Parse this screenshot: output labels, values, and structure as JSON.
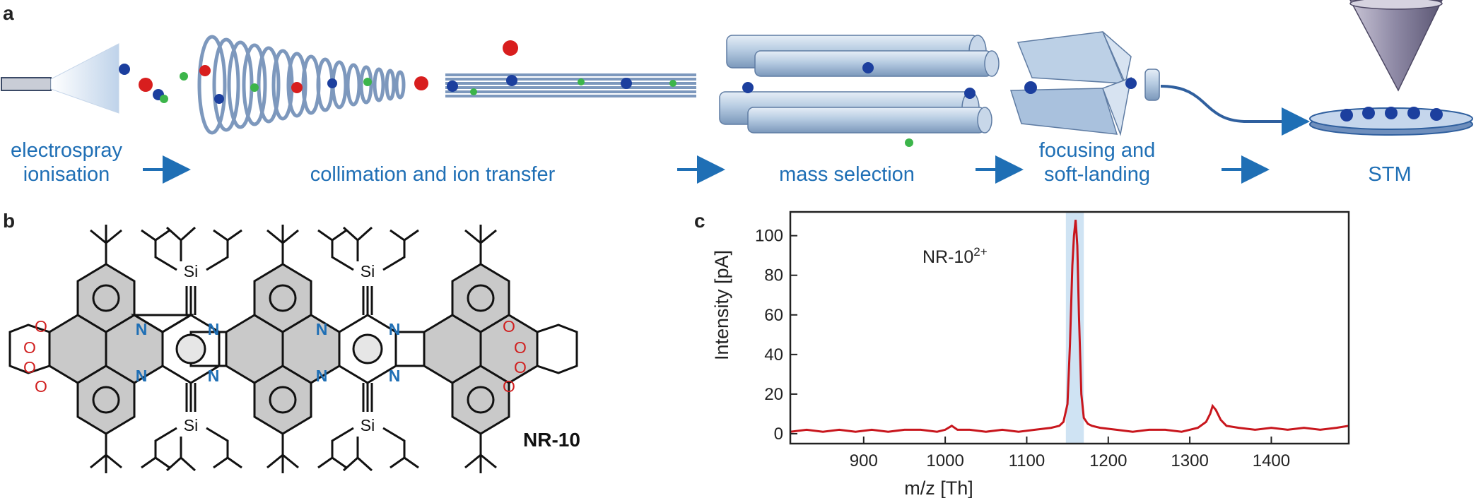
{
  "panels": {
    "a": "a",
    "b": "b",
    "c": "c"
  },
  "process": {
    "electrospray": [
      "electrospray",
      "ionisation"
    ],
    "collimation": "collimation and ion transfer",
    "mass_selection": "mass selection",
    "focusing": [
      "focusing and",
      "soft-landing"
    ],
    "stm": "STM"
  },
  "molecule": {
    "name": "NR-10",
    "atom_N": "N",
    "atom_O": "O",
    "atom_Si": "Si"
  },
  "colors": {
    "arrow": "#1f6fb5",
    "label": "#1f6fb5",
    "spectrum": "#c8161d",
    "highlight": "#cfe3f3",
    "ion_red": "#d81e1e",
    "ion_blue": "#1c3f9e",
    "ion_green": "#3cb54a"
  },
  "chart_data": {
    "type": "line",
    "xlabel": "m/z [Th]",
    "ylabel": "Intensity [pA]",
    "xlim": [
      810,
      1495
    ],
    "ylim": [
      -5,
      112
    ],
    "xticks": [
      900,
      1000,
      1100,
      1200,
      1300,
      1400
    ],
    "yticks": [
      0,
      20,
      40,
      60,
      80,
      100
    ],
    "highlight_band": [
      1148,
      1170
    ],
    "annotation": {
      "text": "NR-10",
      "superscript": "2+"
    },
    "series": [
      {
        "x": [
          810,
          830,
          850,
          870,
          890,
          910,
          930,
          950,
          970,
          990,
          1000,
          1008,
          1015,
          1030,
          1050,
          1070,
          1090,
          1110,
          1130,
          1140,
          1145,
          1150,
          1153,
          1156,
          1158,
          1160,
          1162,
          1164,
          1167,
          1170,
          1175,
          1180,
          1190,
          1210,
          1230,
          1250,
          1270,
          1290,
          1310,
          1320,
          1325,
          1328,
          1332,
          1338,
          1345,
          1360,
          1380,
          1400,
          1420,
          1440,
          1460,
          1480,
          1495
        ],
        "y": [
          1,
          2,
          1,
          2,
          1,
          2,
          1,
          2,
          2,
          1,
          2,
          4,
          2,
          2,
          1,
          2,
          1,
          2,
          3,
          4,
          6,
          15,
          45,
          85,
          100,
          108,
          95,
          60,
          20,
          8,
          5,
          4,
          3,
          2,
          1,
          2,
          2,
          1,
          3,
          6,
          10,
          14,
          12,
          7,
          4,
          3,
          2,
          3,
          2,
          3,
          2,
          3,
          4
        ]
      }
    ]
  }
}
